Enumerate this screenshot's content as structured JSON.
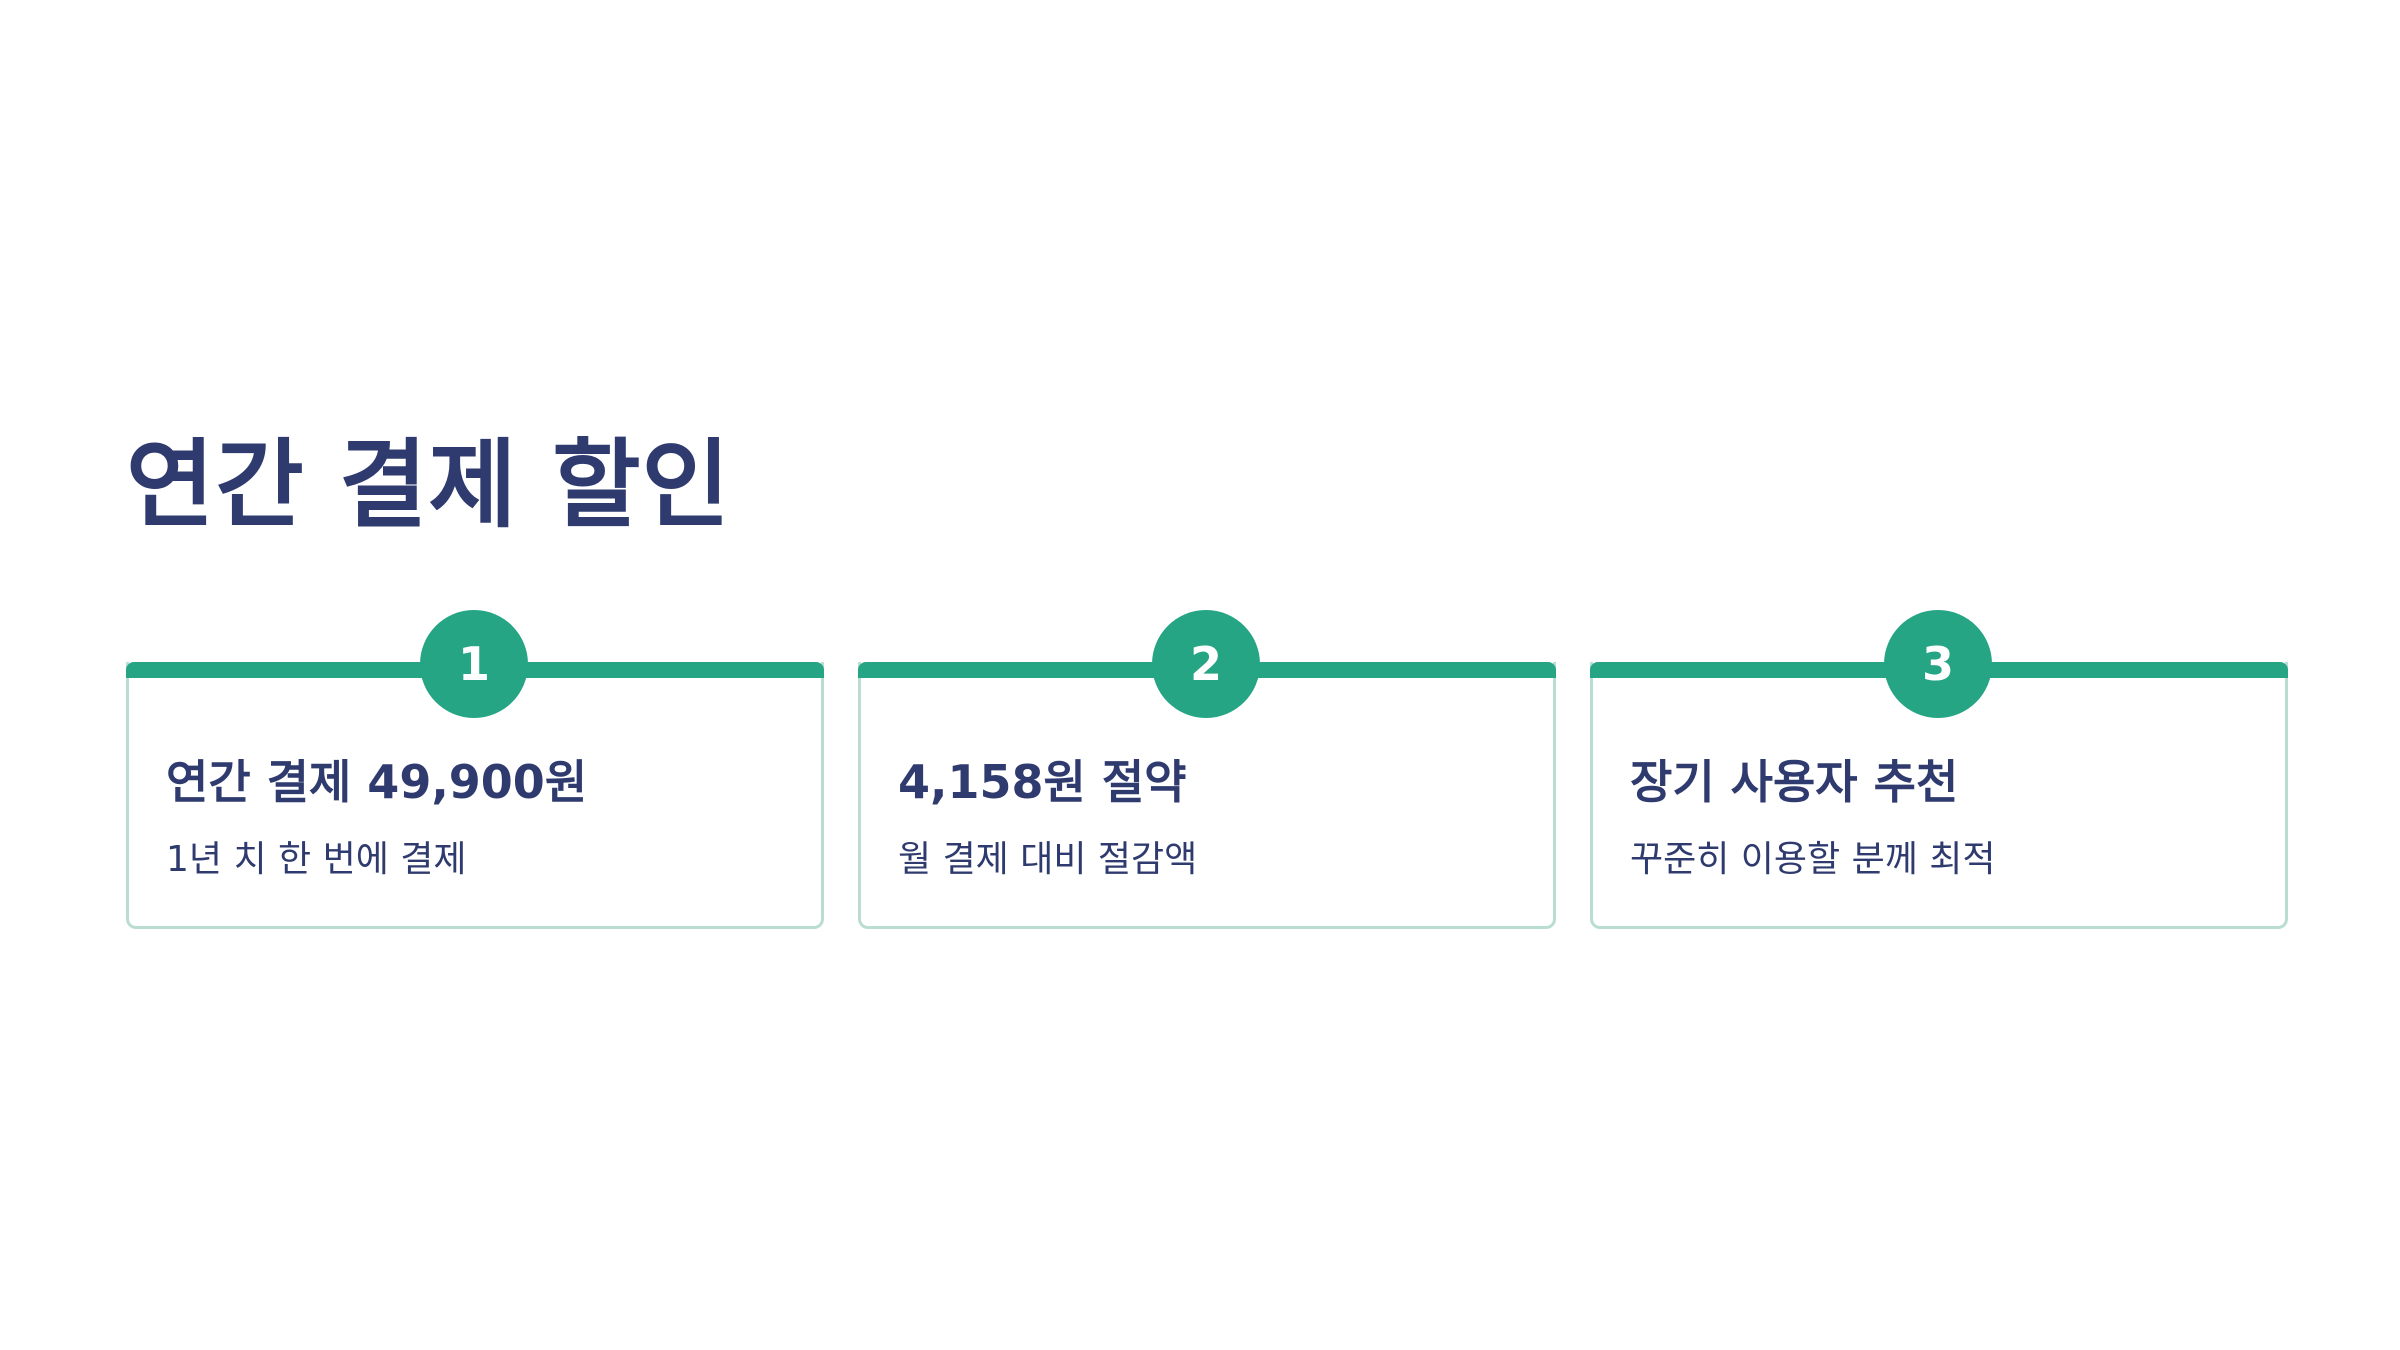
{
  "title": "연간 결제 할인",
  "cards": [
    {
      "number": "1",
      "heading": "연간 결제 49,900원",
      "description": "1년 치 한 번에 결제"
    },
    {
      "number": "2",
      "heading": "4,158원 절약",
      "description": "월 결제 대비 절감액"
    },
    {
      "number": "3",
      "heading": "장기 사용자 추천",
      "description": "꾸준히 이용할 분께 최적"
    }
  ],
  "colors": {
    "accent": "#25a584",
    "text": "#2f3b6f",
    "card_border": "#b9ddd2",
    "background": "#ffffff"
  }
}
